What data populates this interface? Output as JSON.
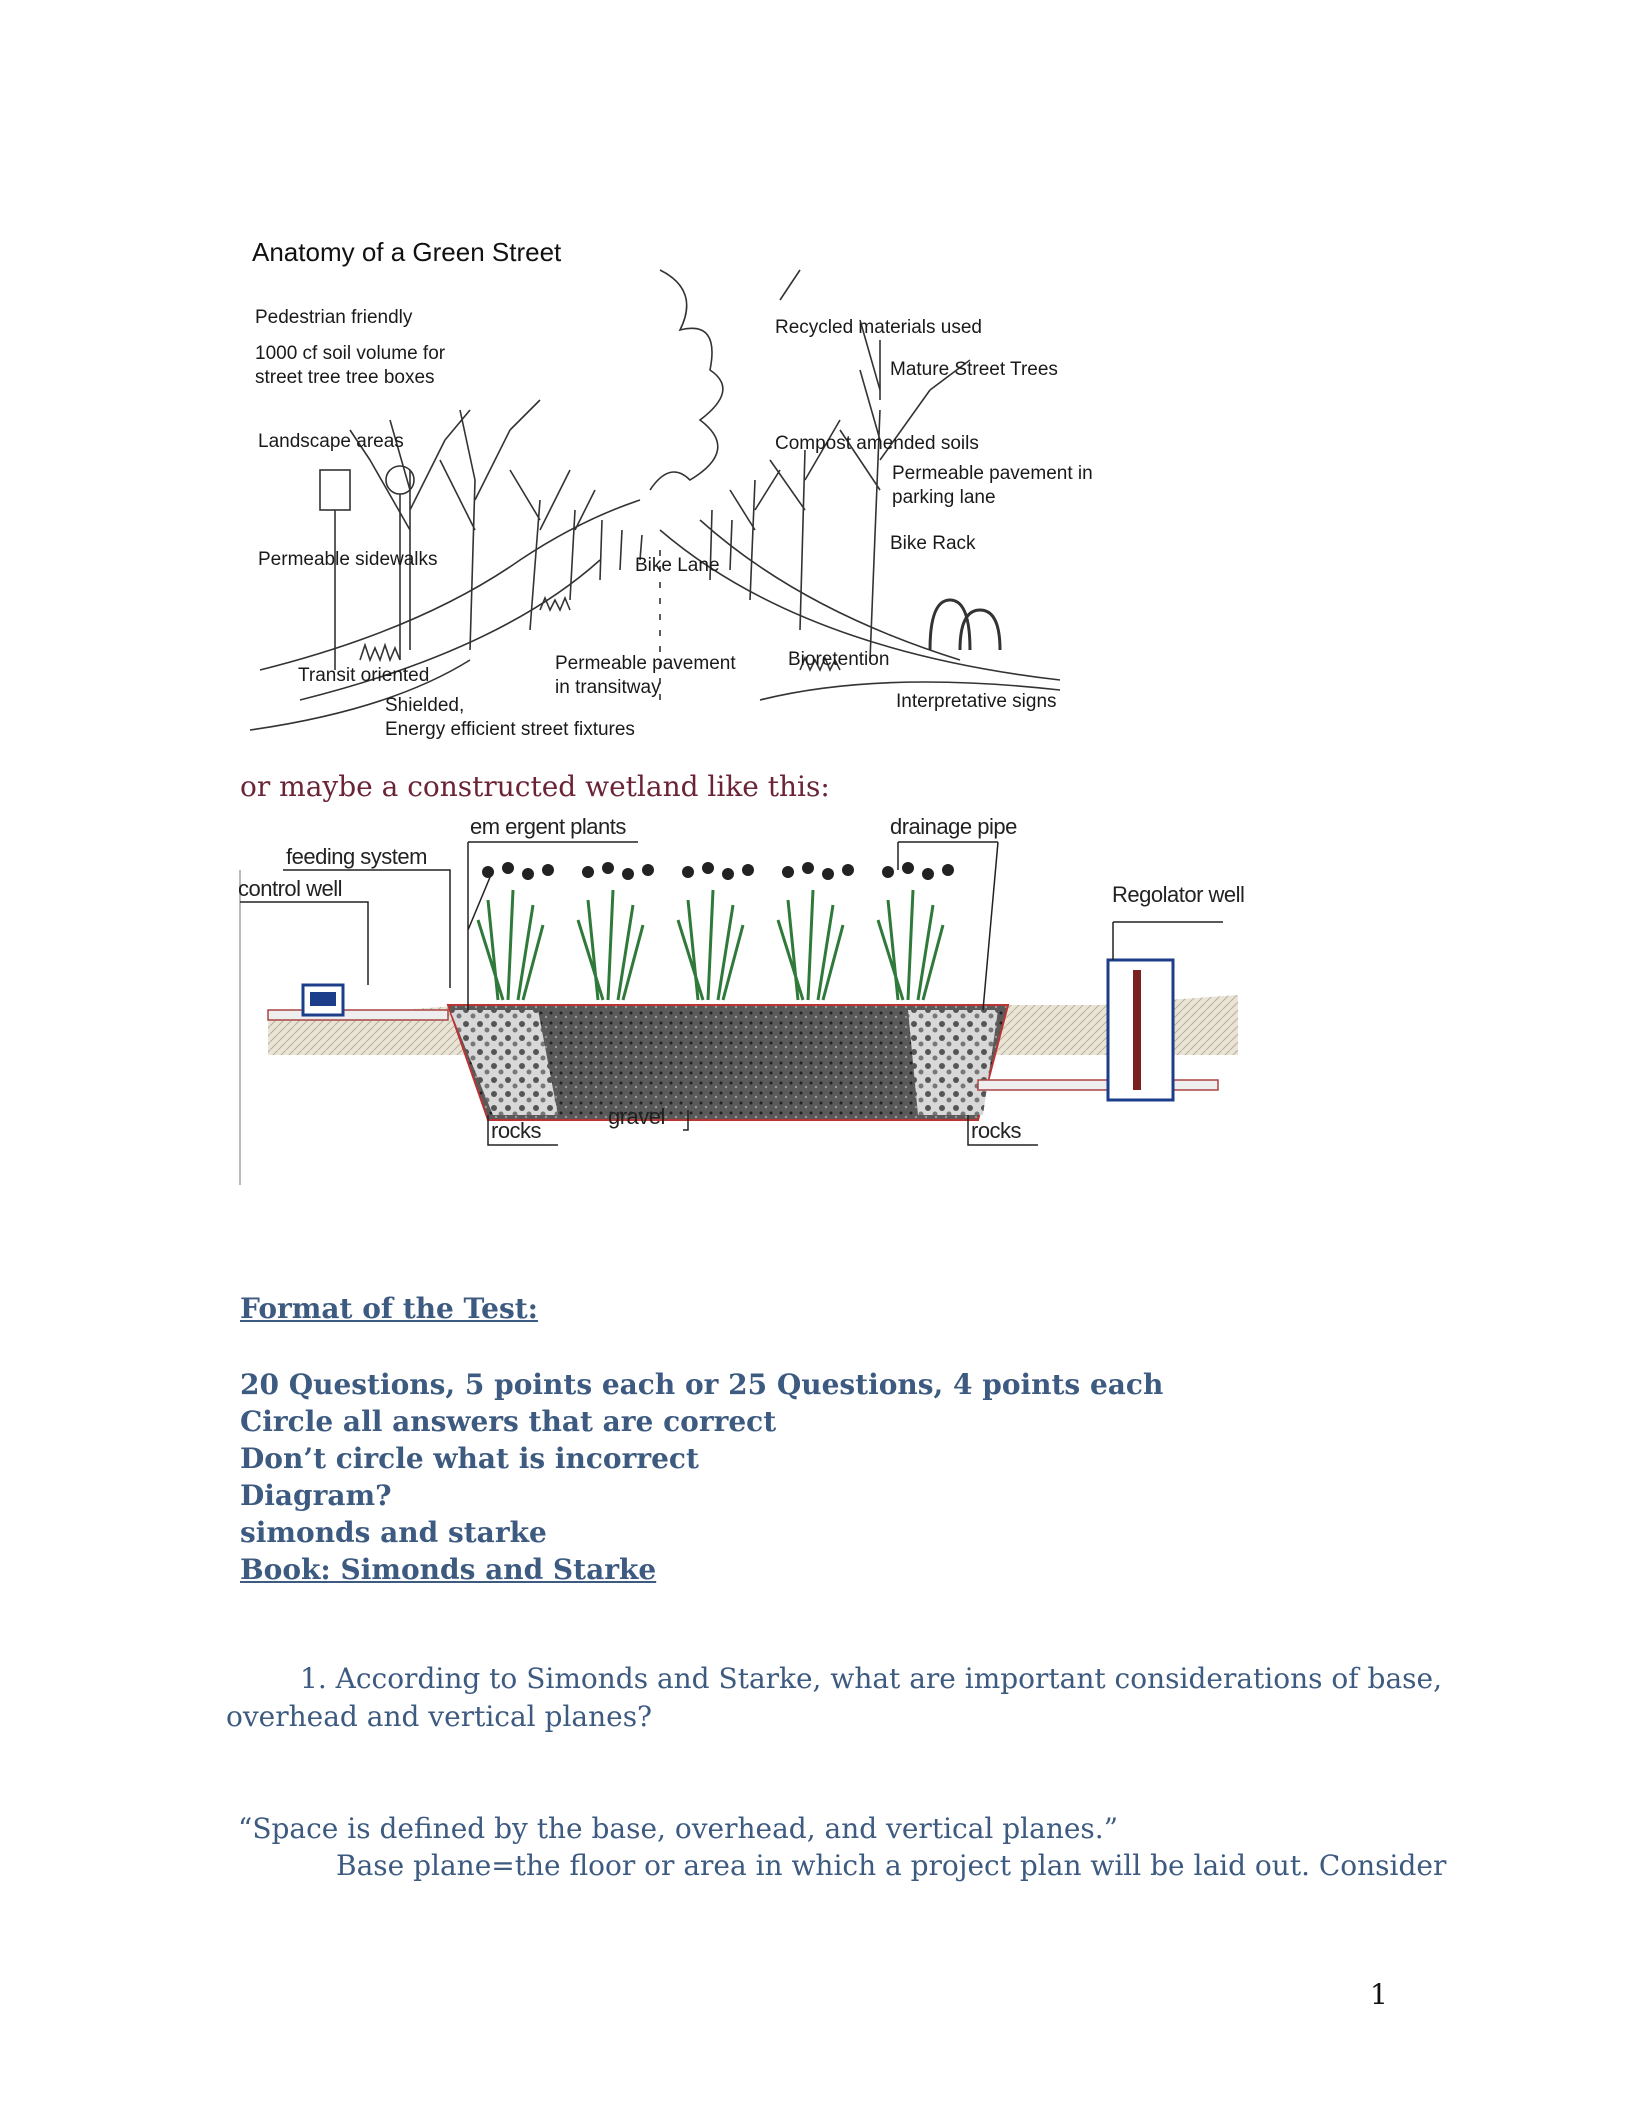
{
  "figure1": {
    "title": "Anatomy of a Green Street",
    "labels": {
      "pedestrian": "Pedestrian friendly",
      "soil1": "1000 cf soil volume for",
      "soil2": "street tree tree boxes",
      "landscape": "Landscape areas",
      "sidewalks": "Permeable sidewalks",
      "bike_lane": "Bike Lane",
      "transit": "Transit oriented",
      "shielded1": "Shielded,",
      "shielded2": "Energy efficient street fixtures",
      "transitway1": "Permeable pavement",
      "transitway2": "in transitway",
      "recycled": "Recycled materials used",
      "mature": "Mature Street Trees",
      "compost": "Compost amended soils",
      "parking1": "Permeable pavement in",
      "parking2": "parking lane",
      "bike_rack": "Bike Rack",
      "bioretention": "Bioretention",
      "signs": "Interpretative signs"
    }
  },
  "caption": "or maybe a constructed wetland like this:",
  "figure2": {
    "labels": {
      "emergent": "em ergent plants",
      "drainage": "drainage pipe",
      "feeding": "feeding system",
      "control": "control well",
      "regulator": "Regolator well",
      "rocks_left": "rocks",
      "gravel": "gravel",
      "rocks_right": "rocks"
    }
  },
  "format": {
    "title": "Format of the Test:",
    "lines": [
      "20 Questions, 5 points each or 25 Questions, 4 points each",
      "Circle all answers that are correct",
      "Don’t circle what is incorrect",
      "Diagram?",
      "simonds and starke"
    ],
    "book": "Book: Simonds and Starke"
  },
  "question1": {
    "line1": "1.   According to Simonds and Starke, what are important considerations of base,",
    "line2": "overhead and vertical planes?"
  },
  "answer": {
    "quote": "“Space is defined by the base, overhead, and vertical planes.”",
    "base": "Base plane=the floor or area in which a project plan will be laid out.  Consider"
  },
  "page_number": "1"
}
